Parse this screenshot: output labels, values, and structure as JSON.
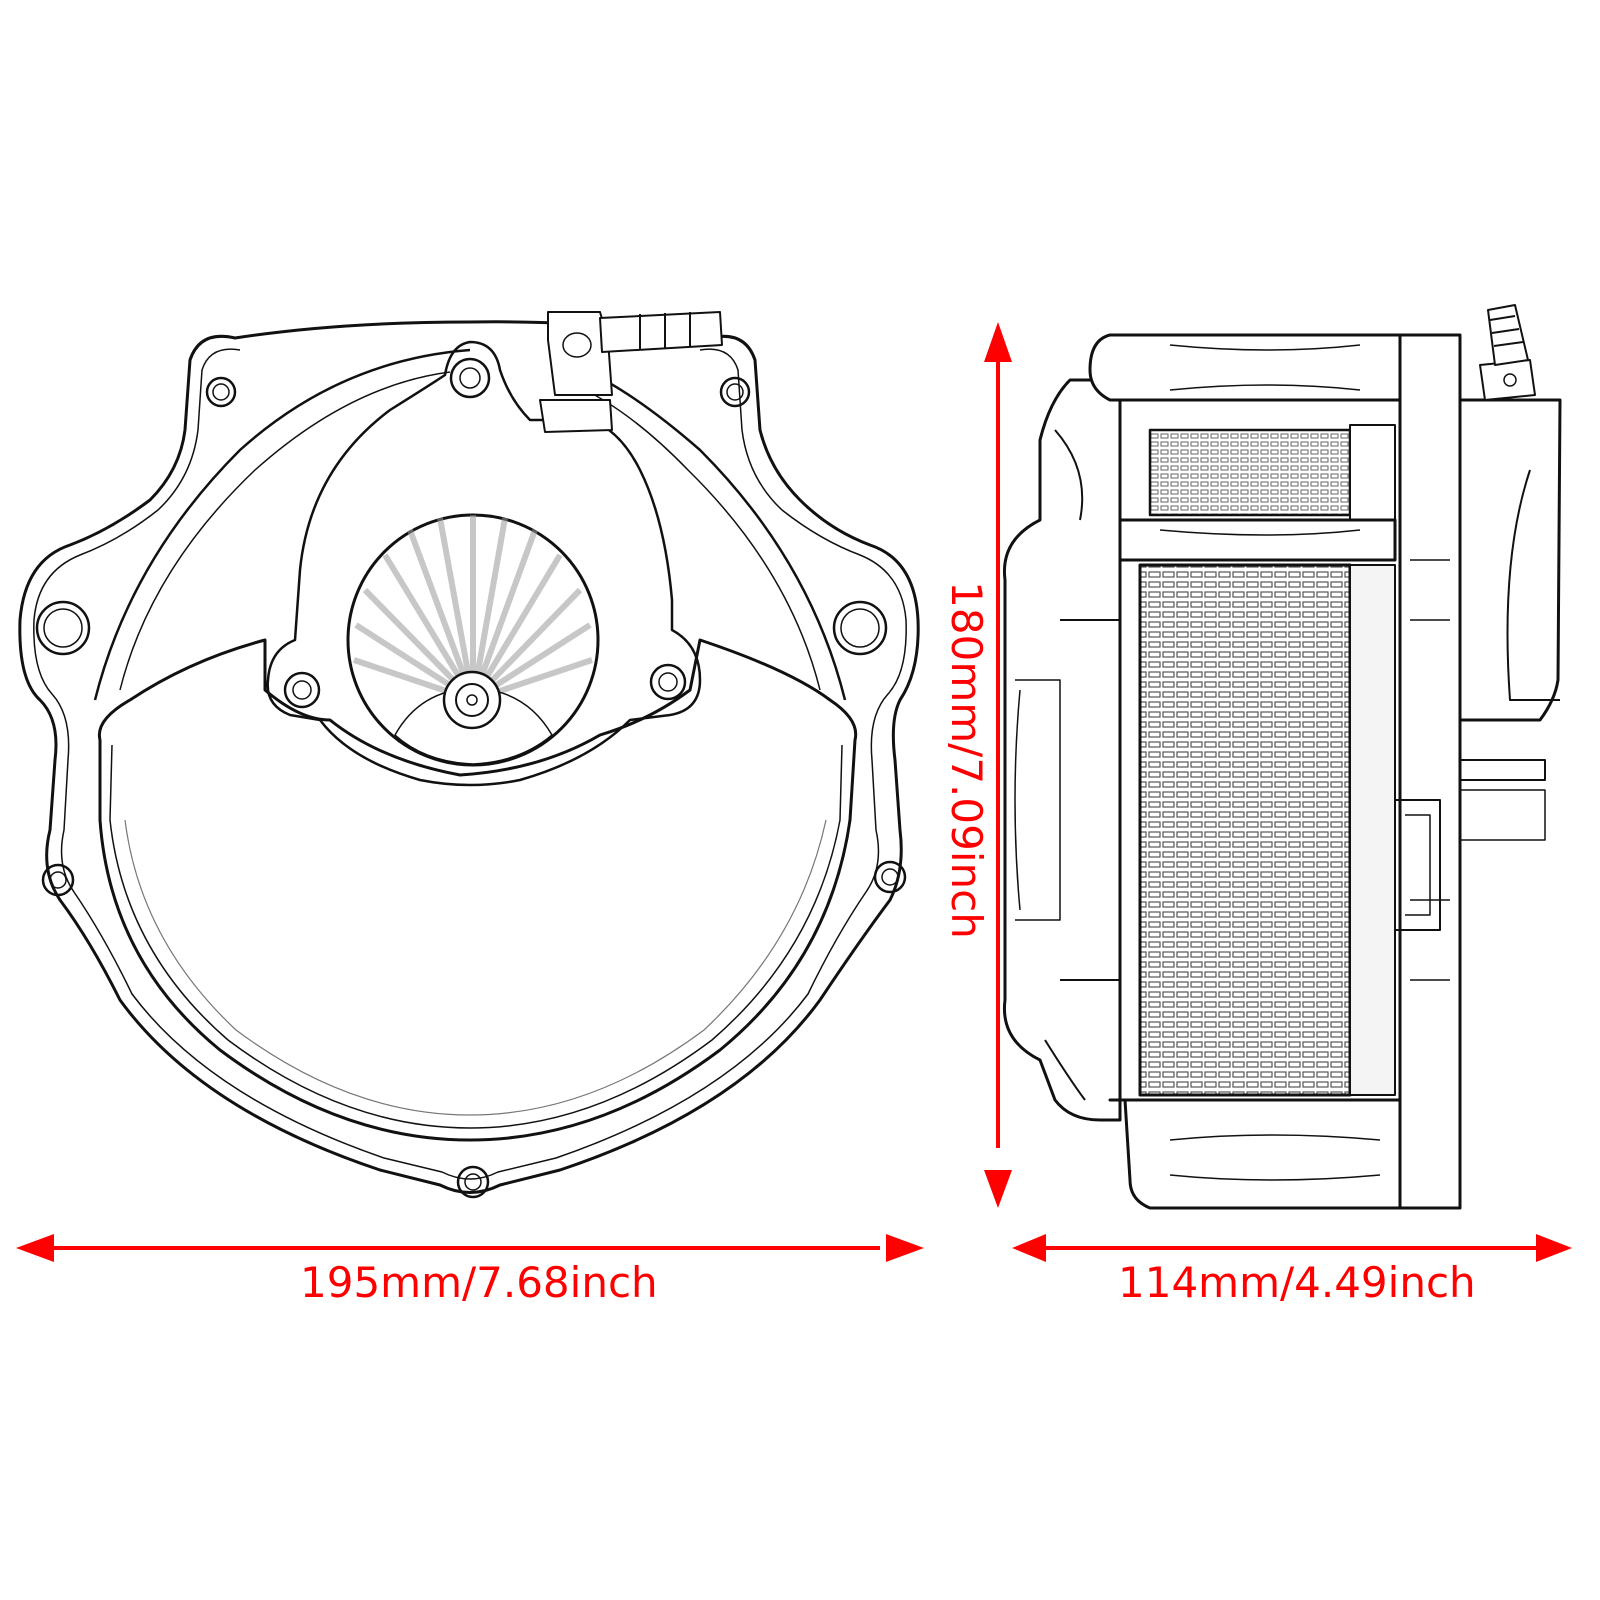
{
  "diagram": {
    "subject": "air cleaner assembly",
    "views": [
      {
        "name": "front view",
        "id": "front"
      },
      {
        "name": "side view",
        "id": "side"
      }
    ],
    "dimensions": {
      "front_width": {
        "label": "195mm/7.68inch",
        "mm": 195,
        "inch": 7.68,
        "orientation": "horizontal"
      },
      "side_width": {
        "label": "114mm/4.49inch",
        "mm": 114,
        "inch": 4.49,
        "orientation": "horizontal"
      },
      "height": {
        "label": "180mm/7.09inch",
        "mm": 180,
        "inch": 7.09,
        "orientation": "vertical"
      }
    },
    "colors": {
      "dimension": "#ff0000",
      "linework": "#111111",
      "background": "#ffffff",
      "shading": "#bdbdbd"
    }
  }
}
